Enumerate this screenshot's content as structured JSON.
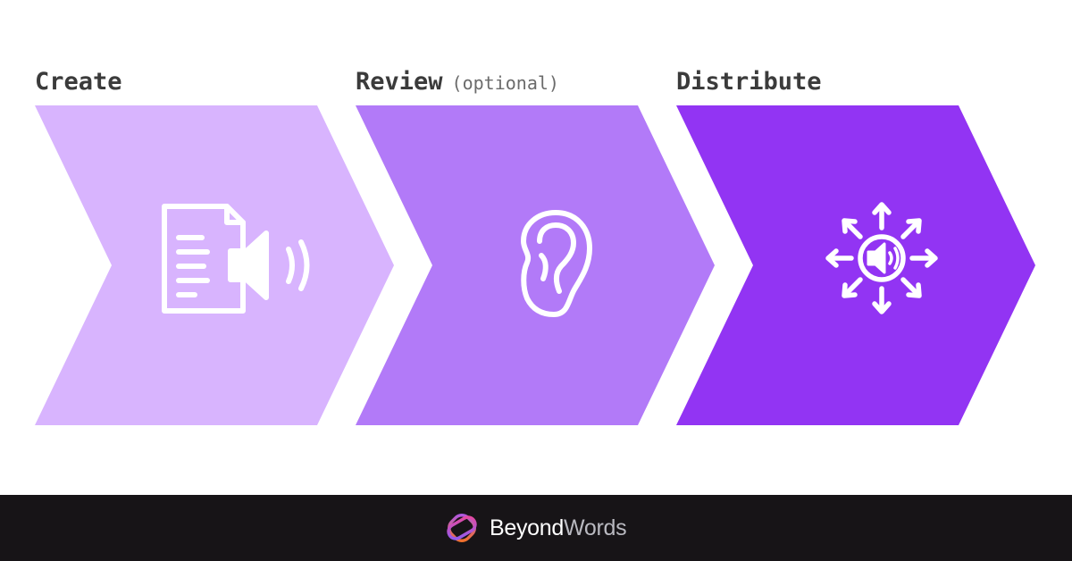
{
  "steps": [
    {
      "title": "Create",
      "note": "",
      "color": "#d8b4fe",
      "icon": "document-speaker-icon"
    },
    {
      "title": "Review",
      "note": "(optional)",
      "color": "#b27af8",
      "icon": "ear-icon"
    },
    {
      "title": "Distribute",
      "note": "",
      "color": "#9234f3",
      "icon": "broadcast-speaker-icon"
    }
  ],
  "footer": {
    "brand_part1": "Beyond",
    "brand_part2": "Words",
    "background": "#171417",
    "logo_icon": "beyondwords-logo-icon"
  }
}
